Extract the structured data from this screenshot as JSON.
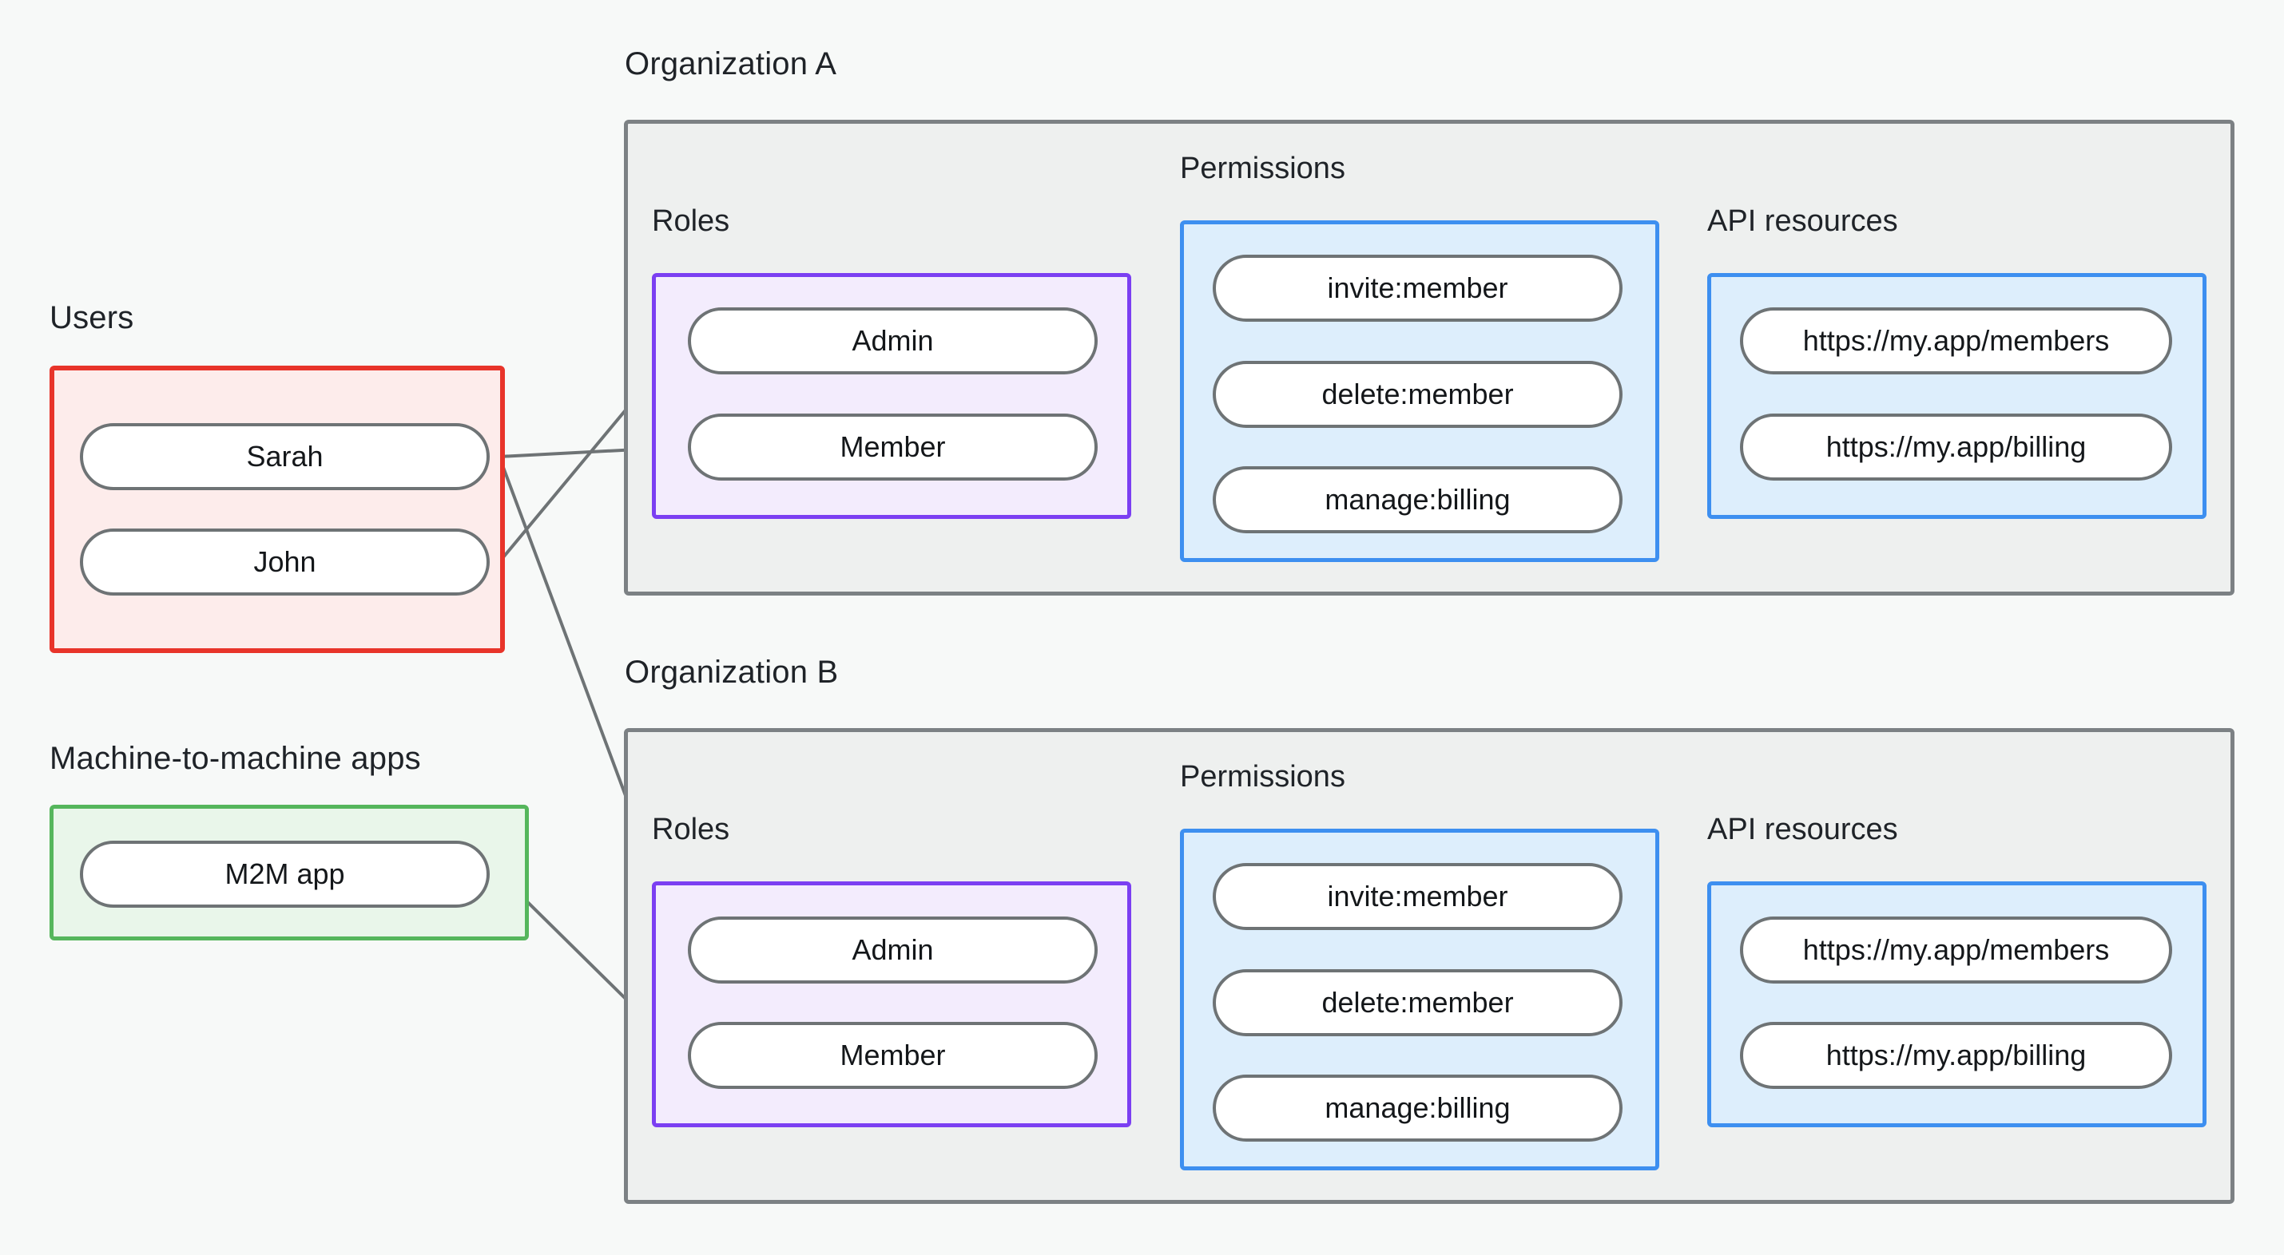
{
  "diagram": {
    "title_note": "RBAC organization diagram",
    "background_color": "#f7f9f8",
    "edge_color": "#6e7375",
    "node_border_color": "#6e7375"
  },
  "users_group": {
    "label": "Users",
    "border_color": "#e8342a",
    "fill_color": "#fdeceb",
    "items": [
      {
        "label": "Sarah"
      },
      {
        "label": "John"
      }
    ]
  },
  "m2m_group": {
    "label": "Machine-to-machine apps",
    "border_color": "#55b65c",
    "fill_color": "#e9f6ea",
    "items": [
      {
        "label": "M2M app"
      }
    ]
  },
  "organizations": [
    {
      "label": "Organization A",
      "border_color": "#7c8184",
      "fill_color": "#eef0ef",
      "roles": {
        "label": "Roles",
        "border_color": "#7b3ff2",
        "fill_color": "#f3ecfd",
        "items": [
          {
            "label": "Admin"
          },
          {
            "label": "Member"
          }
        ]
      },
      "permissions": {
        "label": "Permissions",
        "border_color": "#3d8ff0",
        "fill_color": "#ddeefc",
        "items": [
          {
            "label": "invite:member"
          },
          {
            "label": "delete:member"
          },
          {
            "label": "manage:billing"
          }
        ]
      },
      "api_resources": {
        "label": "API resources",
        "border_color": "#3d8ff0",
        "fill_color": "#ddeefc",
        "items": [
          {
            "label": "https://my.app/members"
          },
          {
            "label": "https://my.app/billing"
          }
        ]
      }
    },
    {
      "label": "Organization B",
      "border_color": "#7c8184",
      "fill_color": "#eef0ef",
      "roles": {
        "label": "Roles",
        "border_color": "#7b3ff2",
        "fill_color": "#f3ecfd",
        "items": [
          {
            "label": "Admin"
          },
          {
            "label": "Member"
          }
        ]
      },
      "permissions": {
        "label": "Permissions",
        "border_color": "#3d8ff0",
        "fill_color": "#ddeefc",
        "items": [
          {
            "label": "invite:member"
          },
          {
            "label": "delete:member"
          },
          {
            "label": "manage:billing"
          }
        ]
      },
      "api_resources": {
        "label": "API resources",
        "border_color": "#3d8ff0",
        "fill_color": "#ddeefc",
        "items": [
          {
            "label": "https://my.app/members"
          },
          {
            "label": "https://my.app/billing"
          }
        ]
      }
    }
  ],
  "connections": [
    {
      "from": "John",
      "to": "Organization A / Admin"
    },
    {
      "from": "Sarah",
      "to": "Organization A / Member"
    },
    {
      "from": "Sarah",
      "to": "Organization B / Admin"
    },
    {
      "from": "M2M app",
      "to": "Organization B / Member"
    },
    {
      "from": "Organization A / Admin",
      "to": "Organization A / invite:member"
    },
    {
      "from": "Organization A / Admin",
      "to": "Organization A / delete:member"
    },
    {
      "from": "Organization A / Member",
      "to": "Organization A / manage:billing"
    },
    {
      "from": "Organization A / invite:member",
      "to": "Organization A / https://my.app/members"
    },
    {
      "from": "Organization A / delete:member",
      "to": "Organization A / https://my.app/members"
    },
    {
      "from": "Organization A / manage:billing",
      "to": "Organization A / https://my.app/billing"
    },
    {
      "from": "Organization B / Admin",
      "to": "Organization B / invite:member"
    },
    {
      "from": "Organization B / Admin",
      "to": "Organization B / delete:member"
    },
    {
      "from": "Organization B / Member",
      "to": "Organization B / manage:billing"
    },
    {
      "from": "Organization B / invite:member",
      "to": "Organization B / https://my.app/members"
    },
    {
      "from": "Organization B / delete:member",
      "to": "Organization B / https://my.app/members"
    },
    {
      "from": "Organization B / manage:billing",
      "to": "Organization B / https://my.app/billing"
    }
  ]
}
